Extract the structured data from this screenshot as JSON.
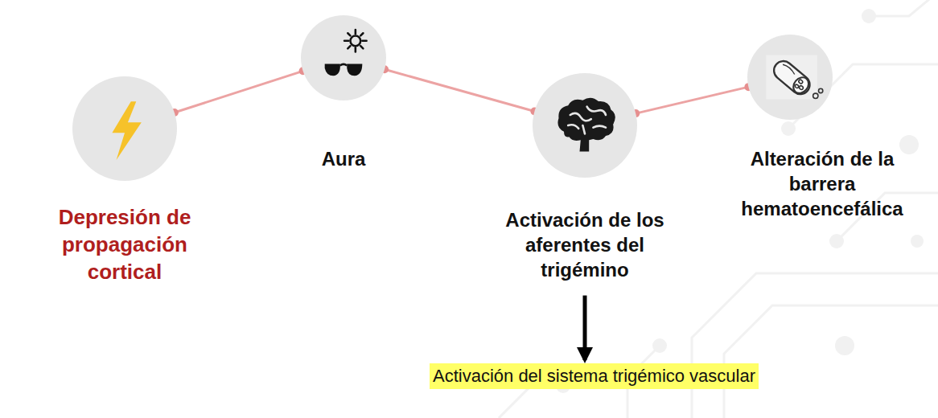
{
  "diagram": {
    "nodes": [
      {
        "text": [
          "Depresión de propagación cortical"
        ]
      },
      {
        "text": [
          "Aura"
        ]
      },
      {
        "text": [
          "Activación de los aferentes del trigémino"
        ]
      },
      {
        "text": [
          "Alteración de la barrera hematoencefálica"
        ]
      },
      {
        "text": [
          "Activación del sistema trigémico vascular"
        ]
      }
    ],
    "edges": [
      {
        "from": 0,
        "to": 1,
        "arrow": "none"
      },
      {
        "from": 1,
        "to": 2,
        "arrow": "none"
      },
      {
        "from": 2,
        "to": 3,
        "arrow": "none"
      },
      {
        "from": 2,
        "to": 4,
        "arrow": "to"
      }
    ]
  }
}
